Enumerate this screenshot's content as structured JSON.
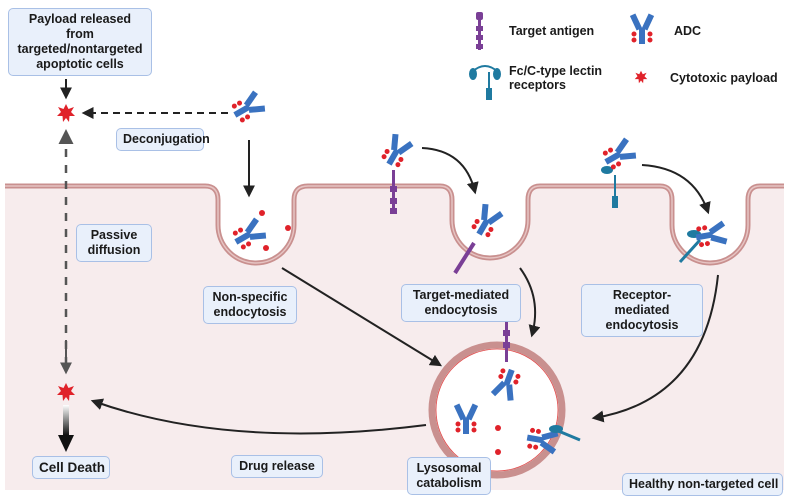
{
  "title": "ADC uptake and payload release in a healthy non-targeted cell",
  "legend": {
    "target_antigen": "Target antigen",
    "adc": "ADC",
    "fc_receptor": "Fc/C-type lectin receptors",
    "payload": "Cytotoxic payload"
  },
  "labels": {
    "payload_released": "Payload released from targeted/nontargeted apoptotic cells",
    "deconjugation": "Deconjugation",
    "passive_diffusion": "Passive diffusion",
    "nonspecific": "Non-specific endocytosis",
    "target_mediated": "Target-mediated endocytosis",
    "receptor_mediated": "Receptor-mediated endocytosis",
    "cell_death": "Cell Death",
    "drug_release": "Drug release",
    "lysosomal": "Lysosomal catabolism",
    "healthy_cell": "Healthy non-targeted cell"
  },
  "colors": {
    "cell_fill": "#f7eced",
    "membrane": "#c9908f",
    "antibody": "#3a72c0",
    "payload": "#e0222a",
    "antigen": "#7a3f96",
    "receptor": "#1f7aa0"
  }
}
